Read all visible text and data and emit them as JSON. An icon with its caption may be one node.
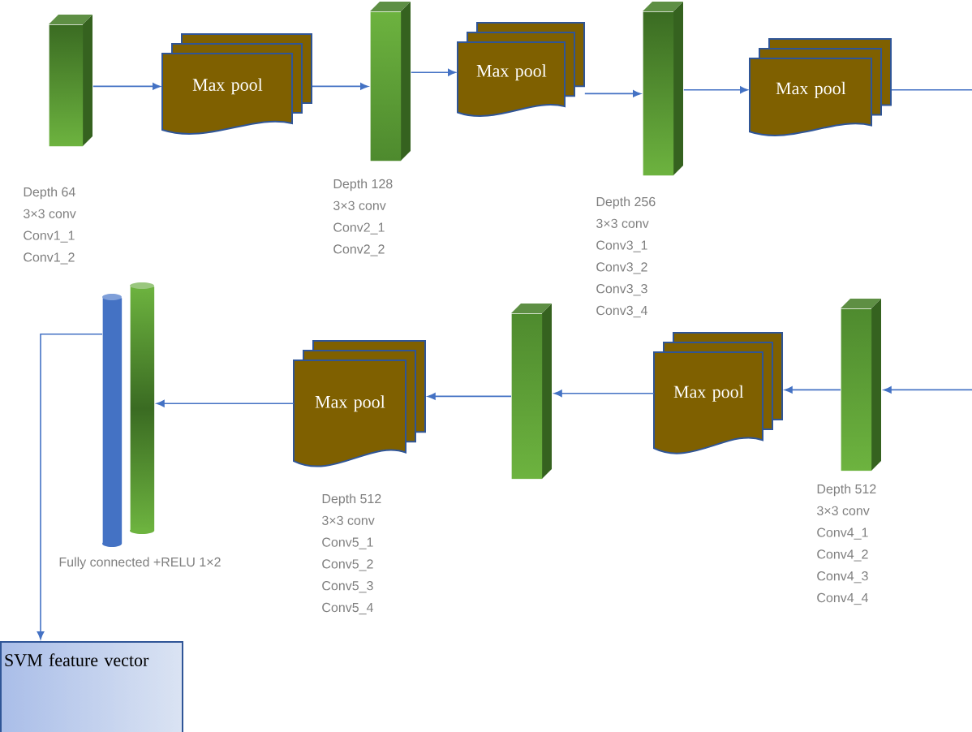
{
  "diagram": {
    "nodes": [
      {
        "text": [],
        "shape": "bar",
        "beside": [
          "Depth 64",
          "3×3 conv",
          "Conv1_1",
          "Conv1_2"
        ]
      },
      {
        "text": [
          "Max pool"
        ]
      },
      {
        "text": [],
        "shape": "bar",
        "beside": [
          "Depth 128",
          "3×3 conv",
          "Conv2_1",
          "Conv2_2"
        ]
      },
      {
        "text": [
          "Max pool"
        ]
      },
      {
        "text": [],
        "shape": "bar",
        "beside": [
          "Depth 256",
          "3×3 conv",
          "Conv3_1",
          "Conv3_2",
          "Conv3_3",
          "Conv3_4"
        ]
      },
      {
        "text": [
          "Max pool"
        ]
      },
      {
        "text": [],
        "shape": "bar",
        "beside": [
          "Depth 512",
          "3×3 conv",
          "Conv4_1",
          "Conv4_2",
          "Conv4_3",
          "Conv4_4"
        ]
      },
      {
        "text": [
          "Max pool"
        ]
      },
      {
        "text": [],
        "shape": "bar"
      },
      {
        "text": [
          "Max pool"
        ],
        "beside": [
          "Depth 512",
          "3×3 conv",
          "Conv5_1",
          "Conv5_2",
          "Conv5_3",
          "Conv5_4"
        ]
      },
      {
        "text": [],
        "shape": "cylinder",
        "beside": [
          "Fully connected +RELU 1×2"
        ]
      },
      {
        "text": [],
        "shape": "cylinder"
      },
      {
        "text": [
          "SVM feature vector"
        ]
      }
    ],
    "edges": [
      {
        "from": 0,
        "to": 1,
        "arrow": "to"
      },
      {
        "from": 1,
        "to": 2,
        "arrow": "to"
      },
      {
        "from": 2,
        "to": 3,
        "arrow": "to"
      },
      {
        "from": 3,
        "to": 4,
        "arrow": "to"
      },
      {
        "from": 4,
        "to": 5,
        "arrow": "to"
      },
      {
        "from": 5,
        "to": null,
        "arrow": "none"
      },
      {
        "from": null,
        "to": 6,
        "arrow": "to"
      },
      {
        "from": 6,
        "to": 7,
        "arrow": "to"
      },
      {
        "from": 7,
        "to": 8,
        "arrow": "to"
      },
      {
        "from": 8,
        "to": 9,
        "arrow": "to"
      },
      {
        "from": 9,
        "to": 11,
        "arrow": "to"
      },
      {
        "from": 10,
        "to": 12,
        "arrow": "to"
      }
    ]
  }
}
